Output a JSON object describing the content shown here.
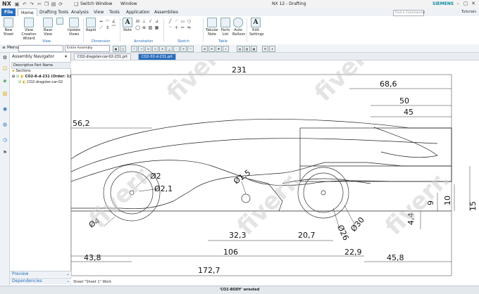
{
  "titlebar": {
    "logo": "NX",
    "switch_window": "Switch Window",
    "window_menu": "Window",
    "title": "NX 12 - Drafting",
    "brand": "SIEMENS"
  },
  "tabs": [
    "File",
    "Home",
    "Drafting Tools",
    "Analysis",
    "View",
    "Tools",
    "Application",
    "Assemblies"
  ],
  "command_search": "Find a Command",
  "tutorials": "Tutorials",
  "ribbon": {
    "new_sheet": "New Sheet",
    "view_creation_wizard": "View Creation Wizard",
    "base_view": "Base View",
    "update_views": "Update Views",
    "view_group": "View",
    "rapid": "Rapid",
    "dimension_group": "Dimension",
    "note": "Note",
    "annotation_group": "Annotation",
    "sketch_group": "Sketch",
    "tabular_note": "Tabular Note",
    "parts_list": "Parts List",
    "auto_balloon": "Auto Balloon",
    "table_group": "Table",
    "edit_settings": "Edit Settings"
  },
  "toolbar": {
    "menu": "Menu",
    "filter": "Entire Assembly"
  },
  "navigator": {
    "title": "Assembly Navigator",
    "column": "Descriptive Part Name",
    "sections": "Sections",
    "row1": "CO2-8-d-231 (Order: 1)",
    "row2": "CO2-dragster-car-02",
    "preview": "Preview",
    "dependencies": "Dependencies"
  },
  "doc_tabs": [
    "CO2-dragster-car-02-231.prt",
    "CO2-02-d-231.prt"
  ],
  "dimensions": [
    "231",
    "68,6",
    "50",
    "45",
    "56,2",
    "Ø2",
    "Ø2,1",
    "Ø1,5",
    "Ø4",
    "32,3",
    "20,7",
    "106",
    "43,8",
    "172,7",
    "22,9",
    "45,8",
    "Ø26",
    "Ø30",
    "4,4",
    "9",
    "10",
    "15"
  ],
  "cue_line": "Sheet \"Sheet 1\" Work",
  "status": "'CO2-BODY' wrested",
  "watermark": "fiverr."
}
